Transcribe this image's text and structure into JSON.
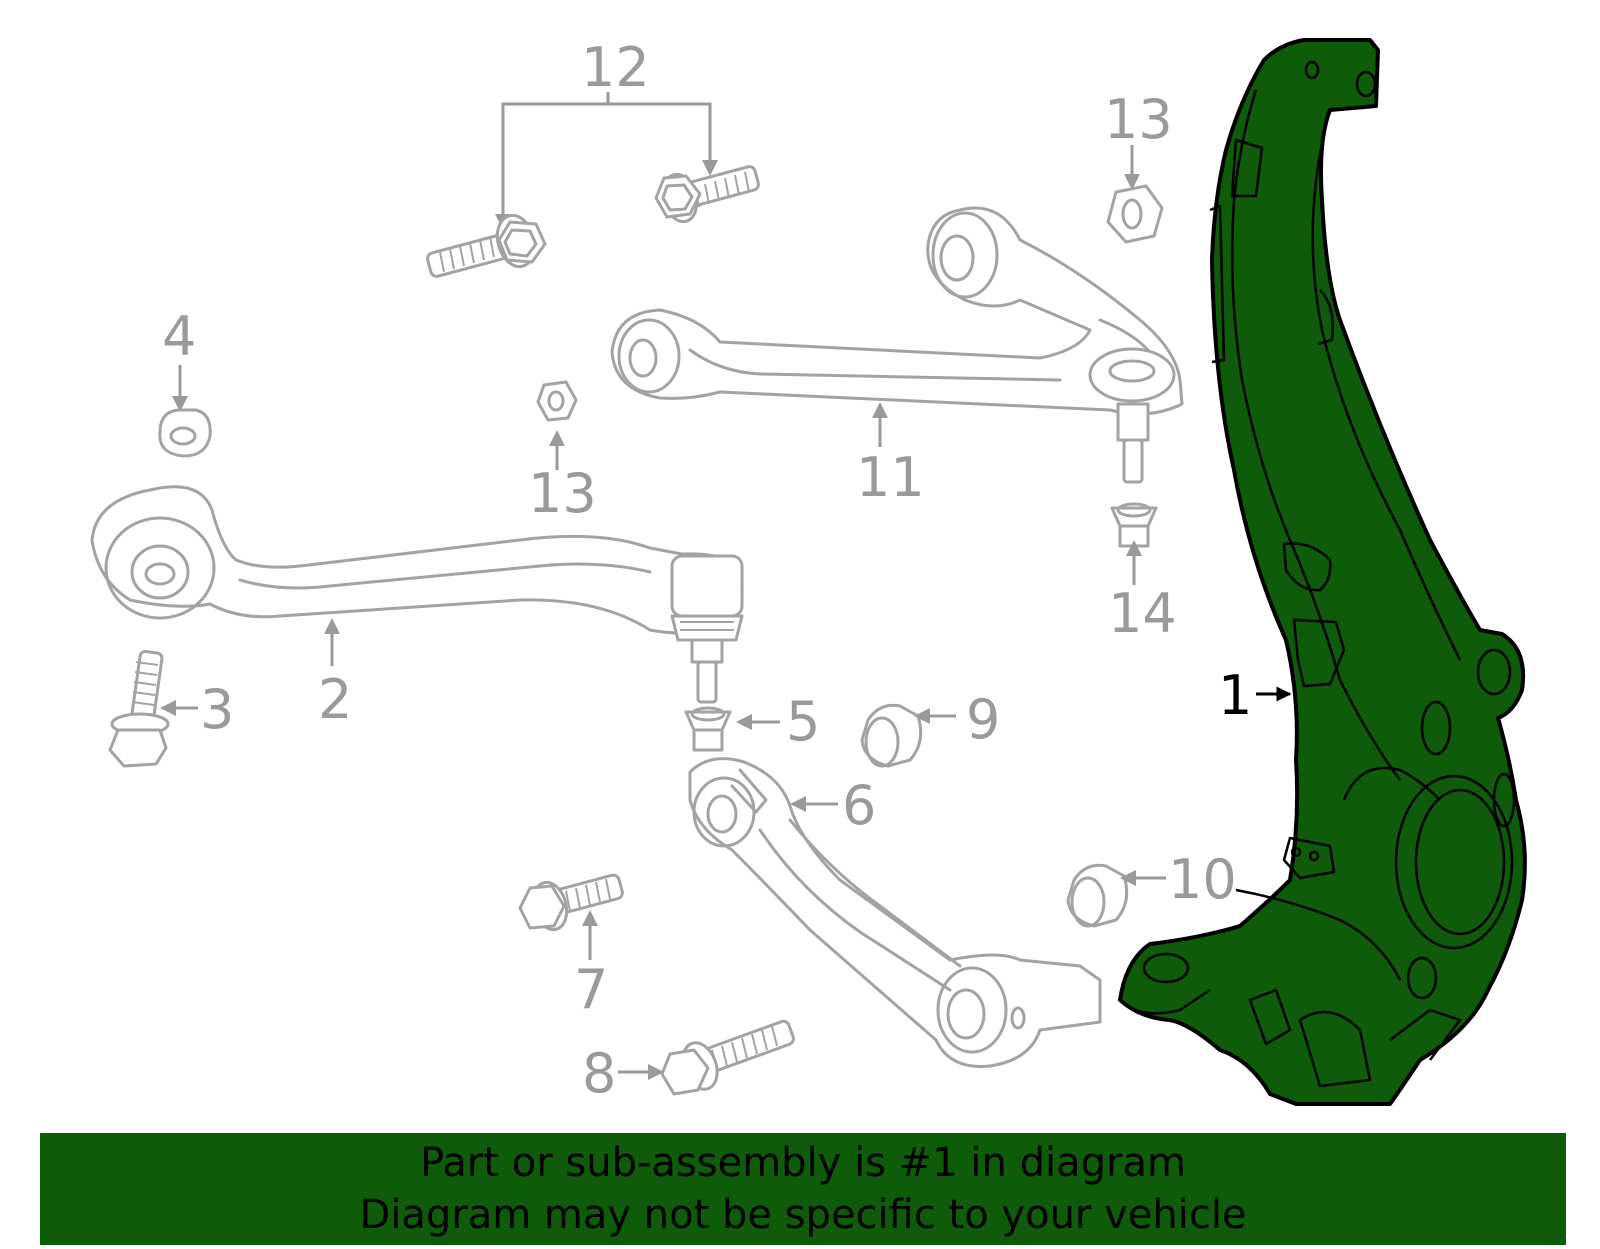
{
  "callouts": {
    "c1": "1",
    "c2": "2",
    "c3": "3",
    "c4": "4",
    "c5": "5",
    "c6": "6",
    "c7": "7",
    "c8": "8",
    "c9": "9",
    "c10": "10",
    "c11": "11",
    "c12": "12",
    "c13a": "13",
    "c13b": "13",
    "c14": "14"
  },
  "highlighted_part": "1",
  "banner": {
    "line1": "Part or sub-assembly is #1 in diagram",
    "line2": "Diagram may not be specific to your vehicle"
  },
  "colors": {
    "highlight": "#0e5c0a",
    "parts": "#a3a3a3",
    "callout_text": "#9a9a9a",
    "active_callout": "#000000"
  }
}
